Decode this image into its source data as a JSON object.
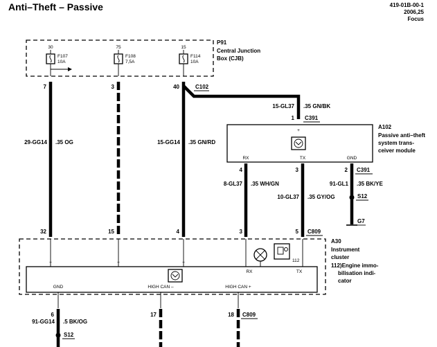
{
  "header": {
    "title": "Anti–Theft – Passive",
    "ref_code": "419-01B-00-1",
    "year": "2006,25",
    "model": "Focus"
  },
  "cjb": {
    "id": "P91",
    "name_line1": "Central Junction",
    "name_line2": "Box (CJB)",
    "fuses": [
      {
        "supply": "30",
        "name": "F107",
        "rating": "10A"
      },
      {
        "supply": "75",
        "name": "F108",
        "rating": "7,5A"
      },
      {
        "supply": "15",
        "name": "F114",
        "rating": "10A"
      }
    ],
    "pins": [
      "7",
      "3",
      "40"
    ],
    "connector": "C102"
  },
  "wires": [
    {
      "circuit": "29-GG14",
      "spec": ".35 OG"
    },
    {
      "circuit": "15-GG14",
      "spec": ".35 GN/RD"
    },
    {
      "circuit": "15-GL37",
      "spec": ".35 GN/BK"
    },
    {
      "circuit": "8-GL37",
      "spec": ".35 WH/GN"
    },
    {
      "circuit": "10-GL37",
      "spec": ".35 GY/OG"
    },
    {
      "circuit": "91-GL1",
      "spec": ".35 BK/YE"
    },
    {
      "circuit": "91-GG14",
      "spec": ".5 BK/OG"
    }
  ],
  "transceiver": {
    "id": "A102",
    "desc_line1": "Passive anti–theft",
    "desc_line2": "system trans-",
    "desc_line3": "ceiver module",
    "connector": "C391",
    "connector_gnd": "C391",
    "top_pin": "1",
    "pins": [
      "4",
      "3",
      "2"
    ],
    "pin_labels": [
      "RX",
      "TX",
      "GND"
    ]
  },
  "splices": [
    "S12",
    "S12"
  ],
  "ground": "G7",
  "cluster": {
    "id": "A30",
    "desc_line1": "Instrument",
    "desc_line2": "cluster",
    "indicator_line1": "112)Engine immo-",
    "indicator_line2": "bilisation indi-",
    "indicator_line3": "cator",
    "indicator_num": "112",
    "top_pins": [
      "32",
      "15",
      "4",
      "3",
      "5"
    ],
    "top_connector": "C809",
    "inner_labels": [
      "GND",
      "HIGH CAN –",
      "HIGH CAN +",
      "RX",
      "TX"
    ],
    "bottom_pins": [
      "6",
      "17",
      "18"
    ],
    "bottom_connector": "C809"
  }
}
